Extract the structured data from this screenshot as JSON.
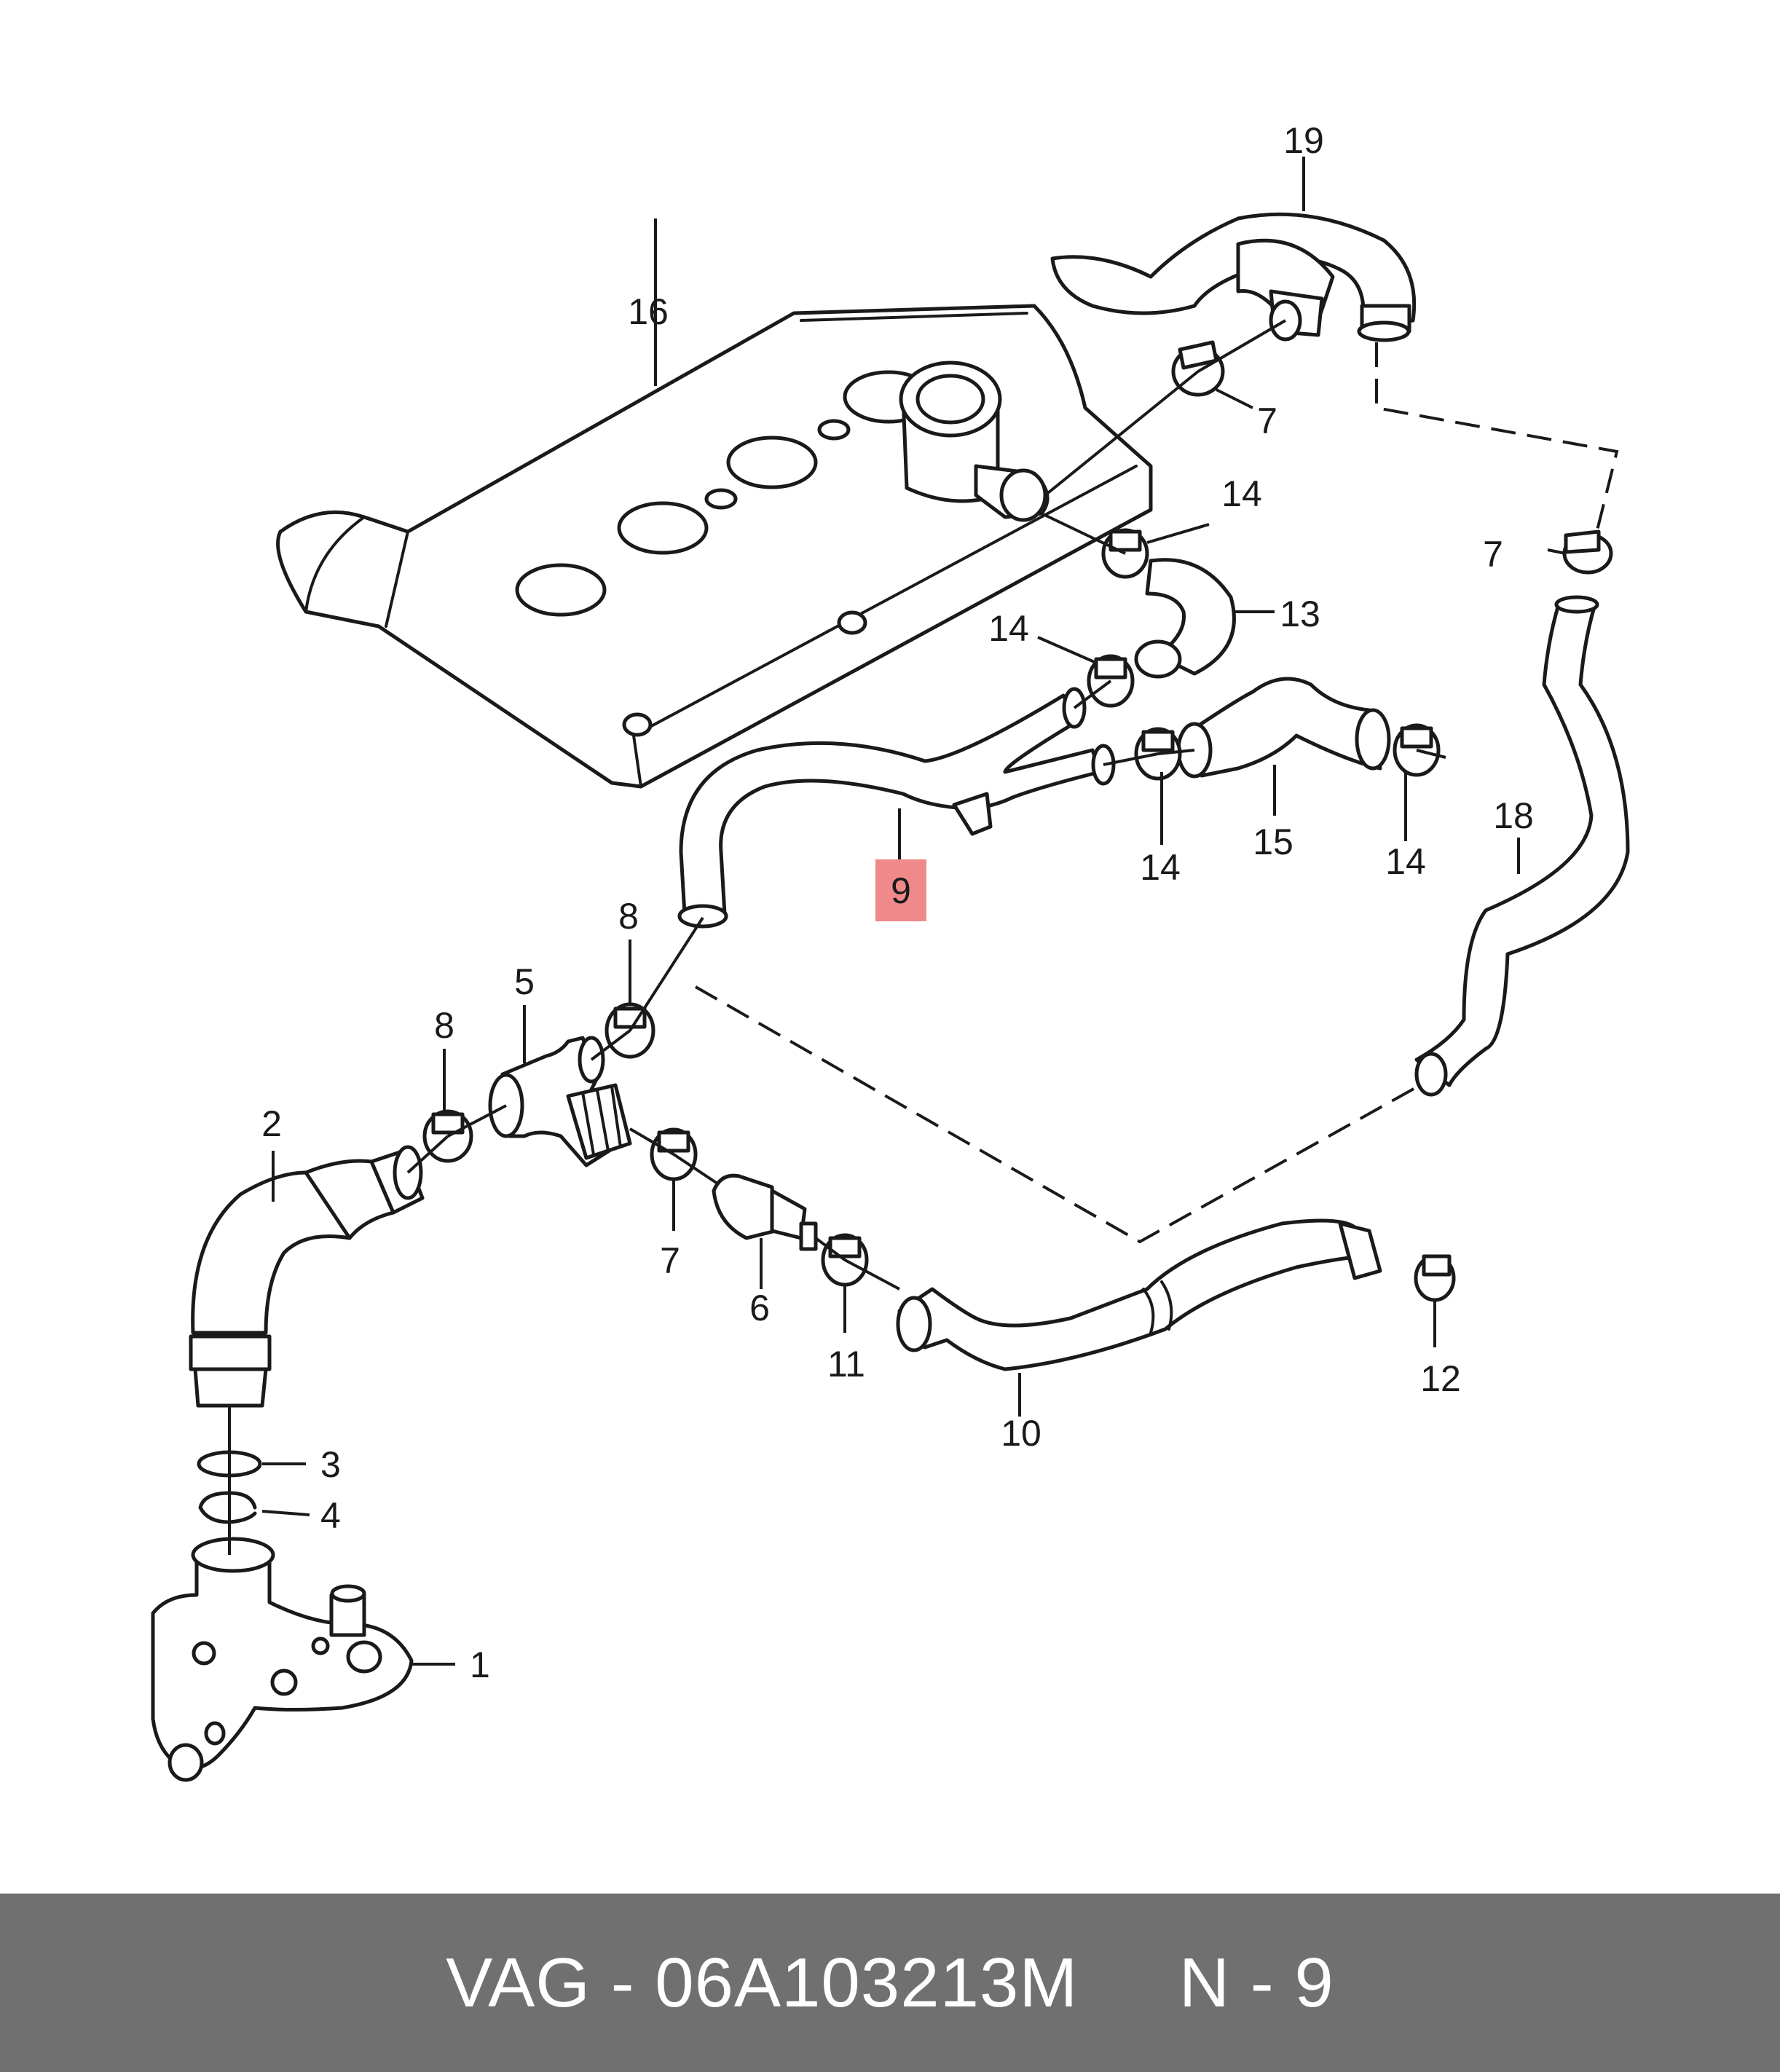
{
  "diagram": {
    "callouts": {
      "c1": "1",
      "c2": "2",
      "c3": "3",
      "c4": "4",
      "c5": "5",
      "c6": "6",
      "c7a": "7",
      "c7b": "7",
      "c7c": "7",
      "c8a": "8",
      "c8b": "8",
      "c9": "9",
      "c10": "10",
      "c11": "11",
      "c12": "12",
      "c13": "13",
      "c14a": "14",
      "c14b": "14",
      "c14c": "14",
      "c14d": "14",
      "c15": "15",
      "c16": "16",
      "c18": "18",
      "c19": "19"
    },
    "highlighted_part": "9",
    "highlight_color": "#f08a8a"
  },
  "footer": {
    "text": "VAG - 06A103213M     N - 9",
    "background": "#707070"
  }
}
